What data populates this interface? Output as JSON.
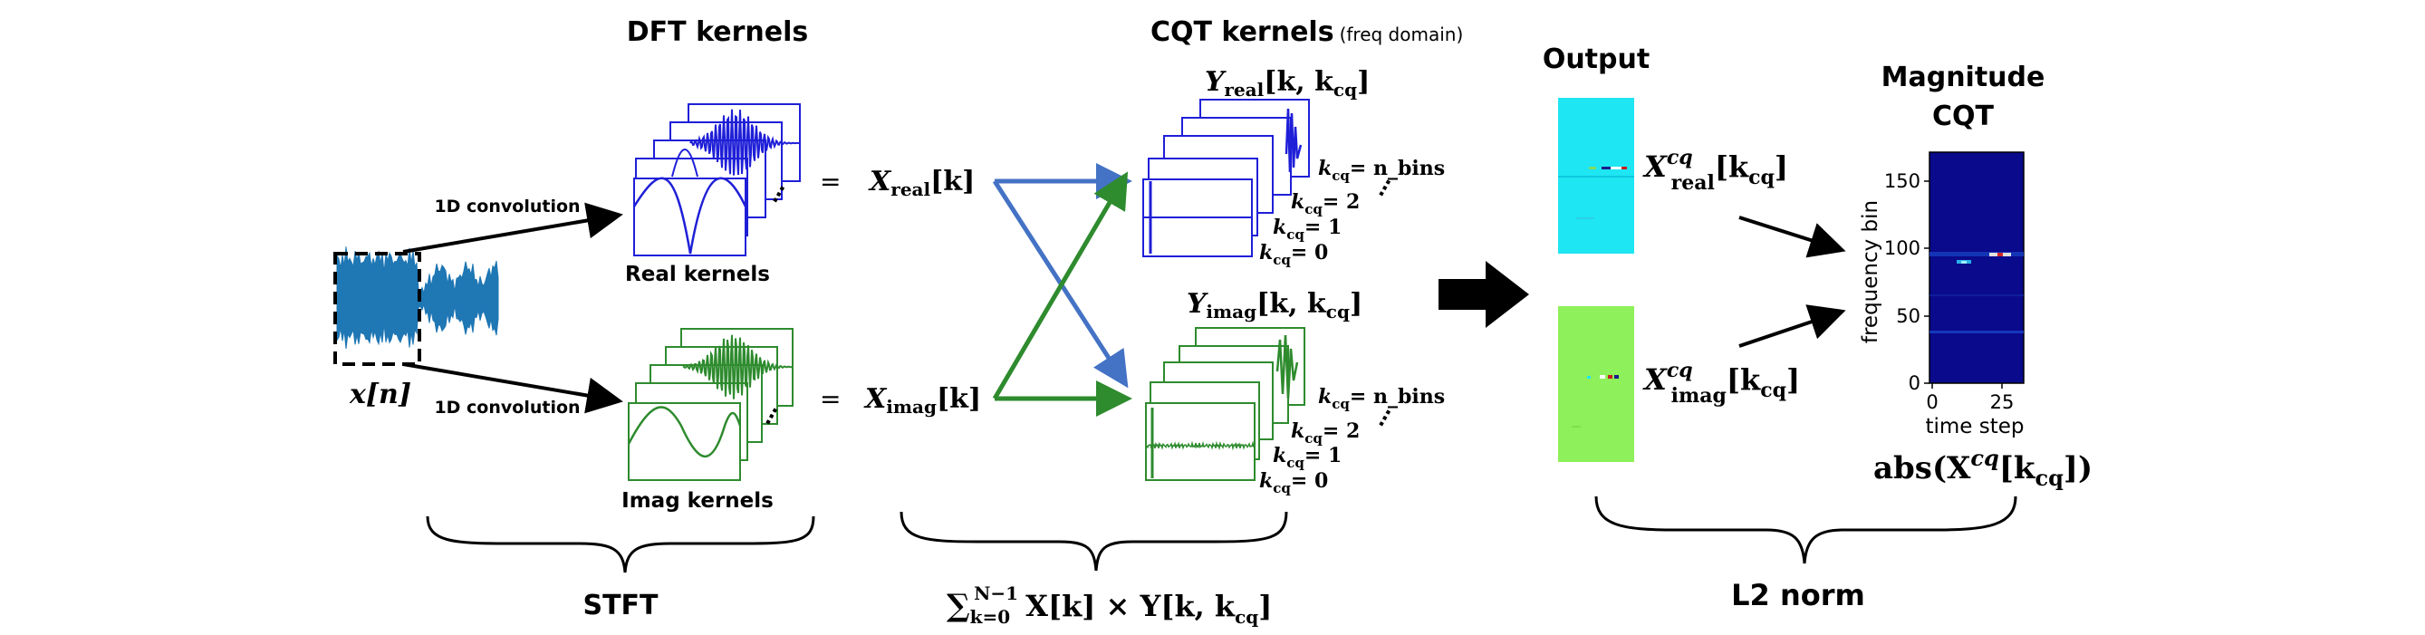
{
  "headings": {
    "dft_kernels": "DFT kernels",
    "cqt_kernels": "CQT kernels",
    "cqt_kernels_sub": "(freq domain)",
    "output": "Output",
    "magnitude_line1": "Magnitude",
    "magnitude_line2": "CQT"
  },
  "input_signal": {
    "label": "x[n]"
  },
  "convolution": {
    "top": "1D convolution",
    "bottom": "1D convolution"
  },
  "kernels": {
    "real": "Real kernels",
    "imag": "Imag kernels"
  },
  "spectra": {
    "eq_top": "=",
    "x_real": "X",
    "x_real_sub": "real",
    "x_real_arg": "[k]",
    "eq_bottom": "=",
    "x_imag": "X",
    "x_imag_sub": "imag",
    "x_imag_arg": "[k]"
  },
  "cqt": {
    "y_real": "Y",
    "y_real_sub": "real",
    "y_real_arg": "[k, k",
    "y_imag": "Y",
    "y_imag_sub": "imag",
    "y_imag_arg": "[k, k",
    "cq": "cq",
    "labels_real": [
      "k",
      "k",
      "k",
      "k"
    ],
    "labels_real_vals": [
      "= n_bins",
      "= 2",
      "= 1",
      "= 0"
    ],
    "labels_imag_vals": [
      "= n_bins",
      "= 2",
      "= 1",
      "= 0"
    ]
  },
  "output": {
    "x_real": "X",
    "x_real_sup": "cq",
    "x_real_sub": "real",
    "x_real_arg": "[k",
    "x_imag": "X",
    "x_imag_sup": "cq",
    "x_imag_sub": "imag",
    "x_imag_arg": "[k",
    "cq": "cq"
  },
  "magnitude_plot": {
    "ylabel": "frequency bin",
    "xlabel": "time step",
    "yticks": [
      "0",
      "50",
      "100",
      "150"
    ],
    "xticks": [
      "0",
      "25"
    ],
    "formula_prefix": "abs(X",
    "formula_sup": "cq",
    "formula_arg": "[k",
    "formula_end": "])"
  },
  "braces": {
    "stft": "STFT",
    "sum_prefix": "∑",
    "sum_sub": "k=0",
    "sum_sup": "N−1",
    "sum_body": "X[k] × Y[k, k",
    "sum_cq": "cq",
    "sum_end": "]",
    "l2": "L2 norm"
  },
  "colors": {
    "signal": "#1f77b4",
    "real": "#1f1fd8",
    "imag": "#2e8b2e",
    "arrow_blue": "#4472c4",
    "arrow_green": "#2e8b2e",
    "output_real": "#1ee6f2",
    "output_imag": "#8ef05a",
    "heatmap_bg": "#0a0a8c"
  }
}
